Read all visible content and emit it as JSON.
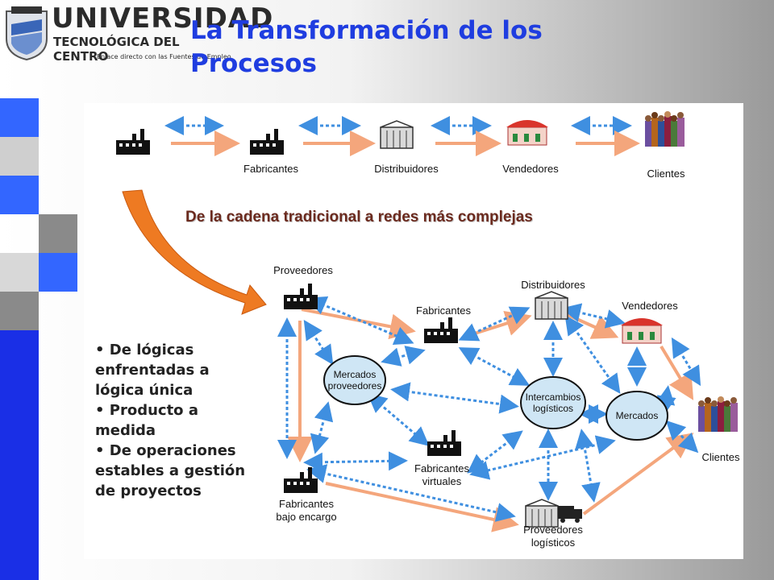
{
  "colors": {
    "accent_blue": "#3366ff",
    "title_blue": "#1f3de0",
    "sidebar_blue": "#1a2fe6",
    "arrow_orange": "#f4a67c",
    "dotted_blue": "#3f8fe0",
    "ellipse_fill": "#cfe6f5"
  },
  "logo": {
    "brand": "UNITEC",
    "line1": "UNIVERSIDAD",
    "line2": "TECNOLÓGICA DEL CENTRO",
    "line3": "Enlace directo con las Fuentes de Empleo"
  },
  "slide": {
    "title": "La Transformación de los Procesos"
  },
  "diagram": {
    "top_chain": [
      "Fabricantes",
      "Distribuidores",
      "Vendedores",
      "Clientes"
    ],
    "heading": "De la cadena tradicional a redes más complejas",
    "network": {
      "proveedores": "Proveedores",
      "fabricantes": "Fabricantes",
      "distribuidores": "Distribuidores",
      "vendedores": "Vendedores",
      "mercados_proveedores": "Mercados proveedores",
      "intercambios": "Intercambios logísticos",
      "mercados": "Mercados",
      "clientes": "Clientes",
      "fabricantes_virtuales": "Fabricantes virtuales",
      "fabricantes_encargo": "Fabricantes bajo encargo",
      "proveedores_logisticos": "Proveedores logísticos"
    },
    "bullets": [
      "• De lógicas enfrentadas a lógica única",
      "• Producto a medida",
      "• De operaciones estables a gestión de proyectos"
    ]
  }
}
